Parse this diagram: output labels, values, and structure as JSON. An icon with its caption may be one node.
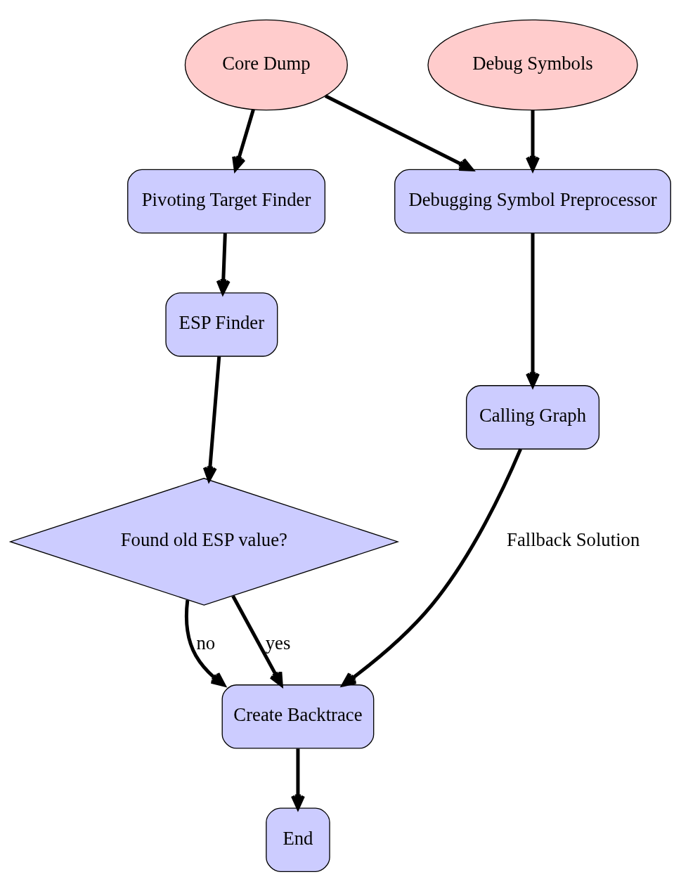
{
  "diagram": {
    "nodes": [
      {
        "text": [
          "Core Dump"
        ]
      },
      {
        "text": [
          "Debug Symbols"
        ]
      },
      {
        "text": [
          "Pivoting Target Finder"
        ]
      },
      {
        "text": [
          "Debugging Symbol Preprocessor"
        ]
      },
      {
        "text": [
          "ESP Finder"
        ]
      },
      {
        "text": [
          "Calling Graph"
        ]
      },
      {
        "text": [
          "Found old ESP value?"
        ]
      },
      {
        "text": [
          "Create Backtrace"
        ]
      },
      {
        "text": [
          "End"
        ]
      }
    ],
    "edges": [
      {
        "from": 0,
        "to": 2,
        "arrow": "to"
      },
      {
        "from": 0,
        "to": 3,
        "arrow": "to"
      },
      {
        "from": 1,
        "to": 3,
        "arrow": "to"
      },
      {
        "from": 2,
        "to": 4,
        "arrow": "to"
      },
      {
        "from": 3,
        "to": 5,
        "arrow": "to"
      },
      {
        "from": 4,
        "to": 6,
        "arrow": "to"
      },
      {
        "from": 6,
        "to": 7,
        "arrow": "to",
        "label": "no"
      },
      {
        "from": 5,
        "to": 7,
        "arrow": "to",
        "label": "Fallback Solution"
      },
      {
        "from": 6,
        "to": 7,
        "arrow": "to",
        "label": "yes"
      },
      {
        "from": 7,
        "to": 8,
        "arrow": "to"
      }
    ]
  }
}
